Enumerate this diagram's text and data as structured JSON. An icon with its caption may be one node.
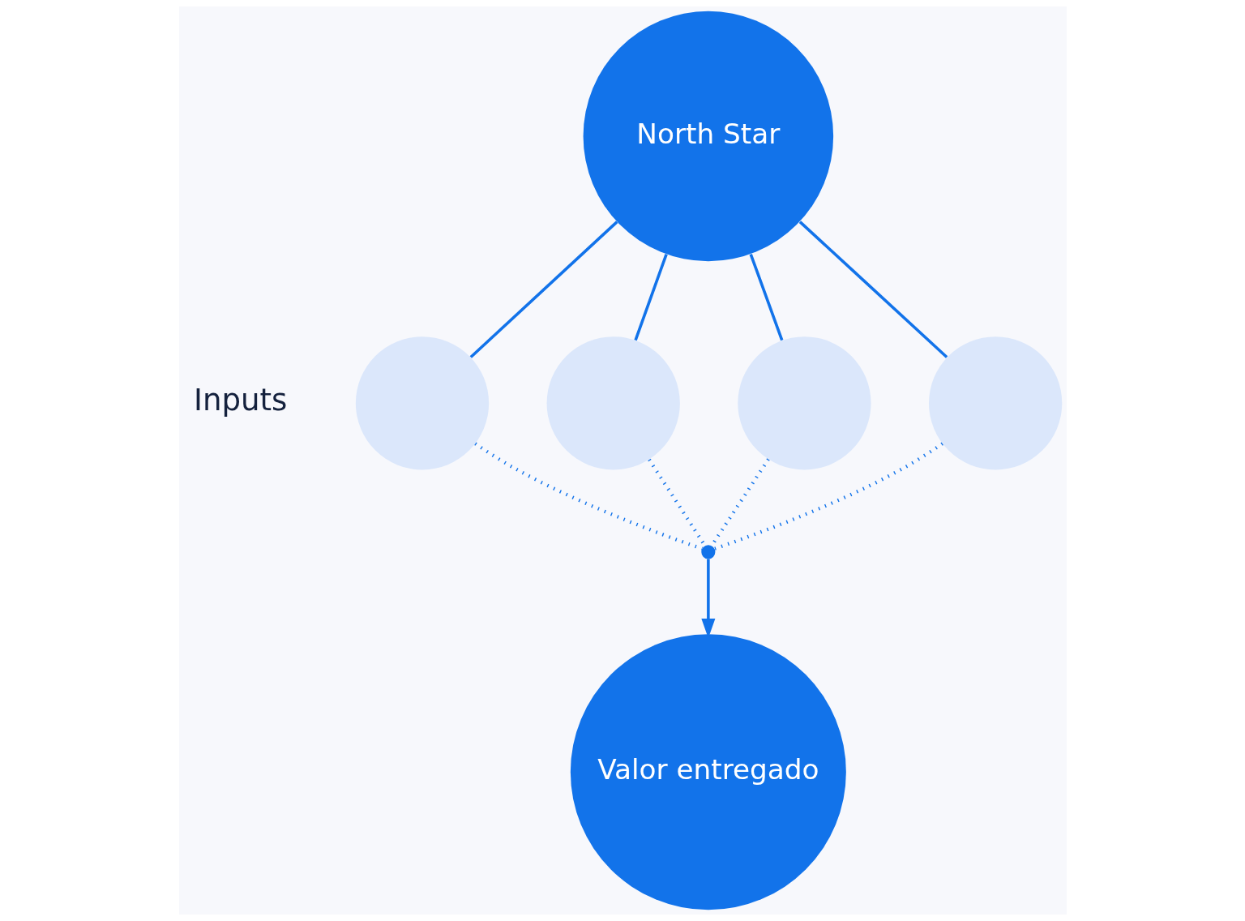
{
  "diagram": {
    "nodes": [
      {
        "text": [
          "North Star"
        ]
      },
      {
        "text": [],
        "shape": "circle"
      },
      {
        "text": [],
        "shape": "circle"
      },
      {
        "text": [],
        "shape": "circle"
      },
      {
        "text": [],
        "shape": "circle"
      },
      {
        "text": [],
        "shape": "circle"
      },
      {
        "text": [
          "Valor entregado"
        ]
      }
    ],
    "edges": [
      {
        "from": 0,
        "to": 1,
        "arrow": "none"
      },
      {
        "from": 0,
        "to": 2,
        "arrow": "none"
      },
      {
        "from": 0,
        "to": 3,
        "arrow": "none"
      },
      {
        "from": 0,
        "to": 4,
        "arrow": "none"
      },
      {
        "from": 1,
        "to": 5,
        "arrow": "none",
        "style": "dashed"
      },
      {
        "from": 2,
        "to": 5,
        "arrow": "none",
        "style": "dashed"
      },
      {
        "from": 3,
        "to": 5,
        "arrow": "none",
        "style": "dashed"
      },
      {
        "from": 4,
        "to": 5,
        "arrow": "none",
        "style": "dashed"
      },
      {
        "from": 5,
        "to": 6,
        "arrow": "to"
      }
    ],
    "labels": [
      "Inputs"
    ]
  }
}
